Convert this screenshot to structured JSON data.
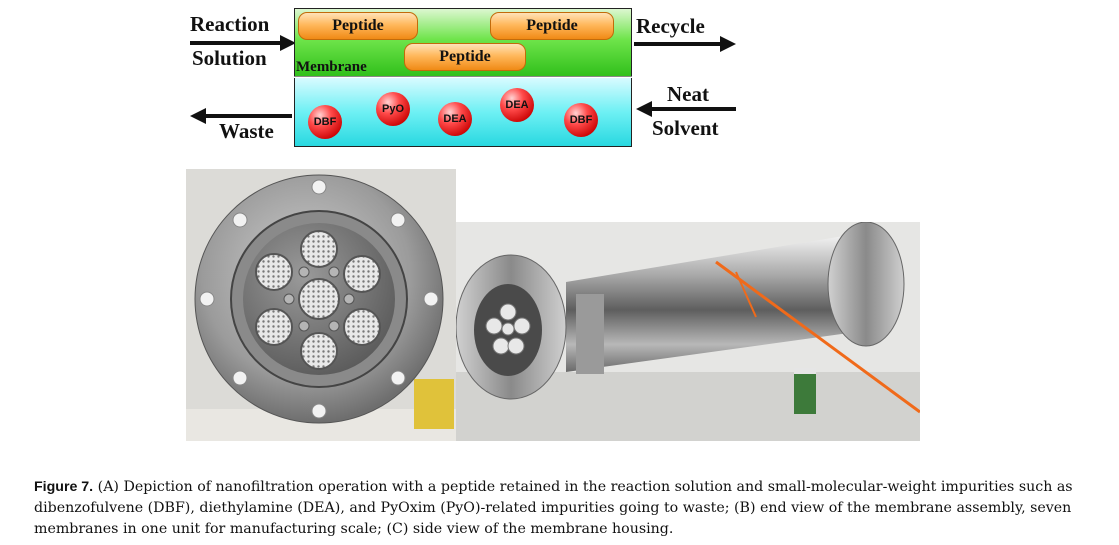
{
  "diagram": {
    "left_input": {
      "line1": "Reaction",
      "line2": "Solution"
    },
    "right_output": "Recycle",
    "membrane_label": "Membrane",
    "peptides": [
      "Peptide",
      "Peptide",
      "Peptide"
    ],
    "waste_label": "Waste",
    "neat_solvent": {
      "line1": "Neat",
      "line2": "Solvent"
    },
    "impurities": [
      "DBF",
      "PyO",
      "DEA",
      "DEA",
      "DBF"
    ]
  },
  "caption": {
    "label": "Figure 7.",
    "text": "(A) Depiction of nanofiltration operation with a peptide retained in the reaction solution and small-molecular-weight impurities such as dibenzofulvene (DBF), diethylamine (DEA), and PyOxim (PyO)-related impurities going to waste; (B) end view of the membrane assembly, seven membranes in one unit for manufacturing scale; (C) side view of the membrane housing."
  }
}
